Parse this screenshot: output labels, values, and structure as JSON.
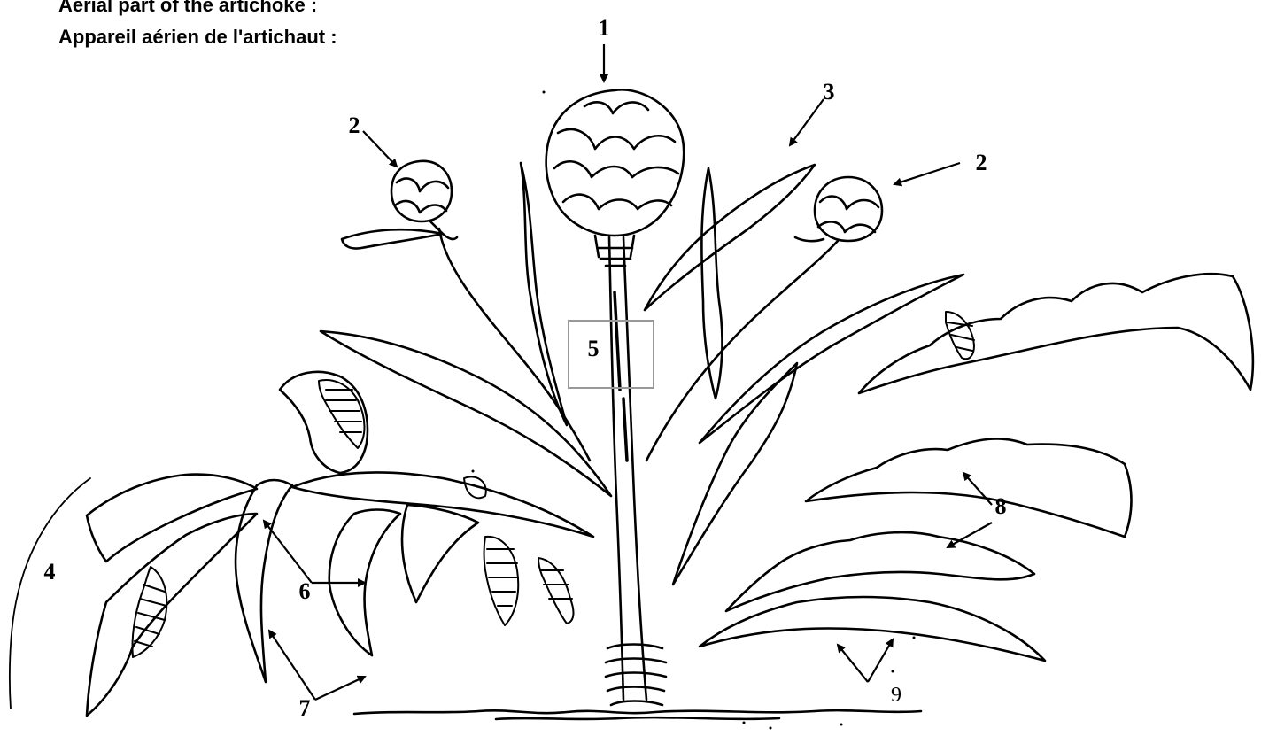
{
  "titles": {
    "english": "Aerial part of the artichoke :",
    "french": "Appareil aérien de l'artichaut :"
  },
  "labels": {
    "l1": "1",
    "l2a": "2",
    "l2b": "2",
    "l3": "3",
    "l4": "4",
    "l5": "5",
    "l6": "6",
    "l7": "7",
    "l8": "8",
    "l9": "9"
  },
  "colors": {
    "ink": "#000000",
    "highlight_box": "#999999"
  }
}
